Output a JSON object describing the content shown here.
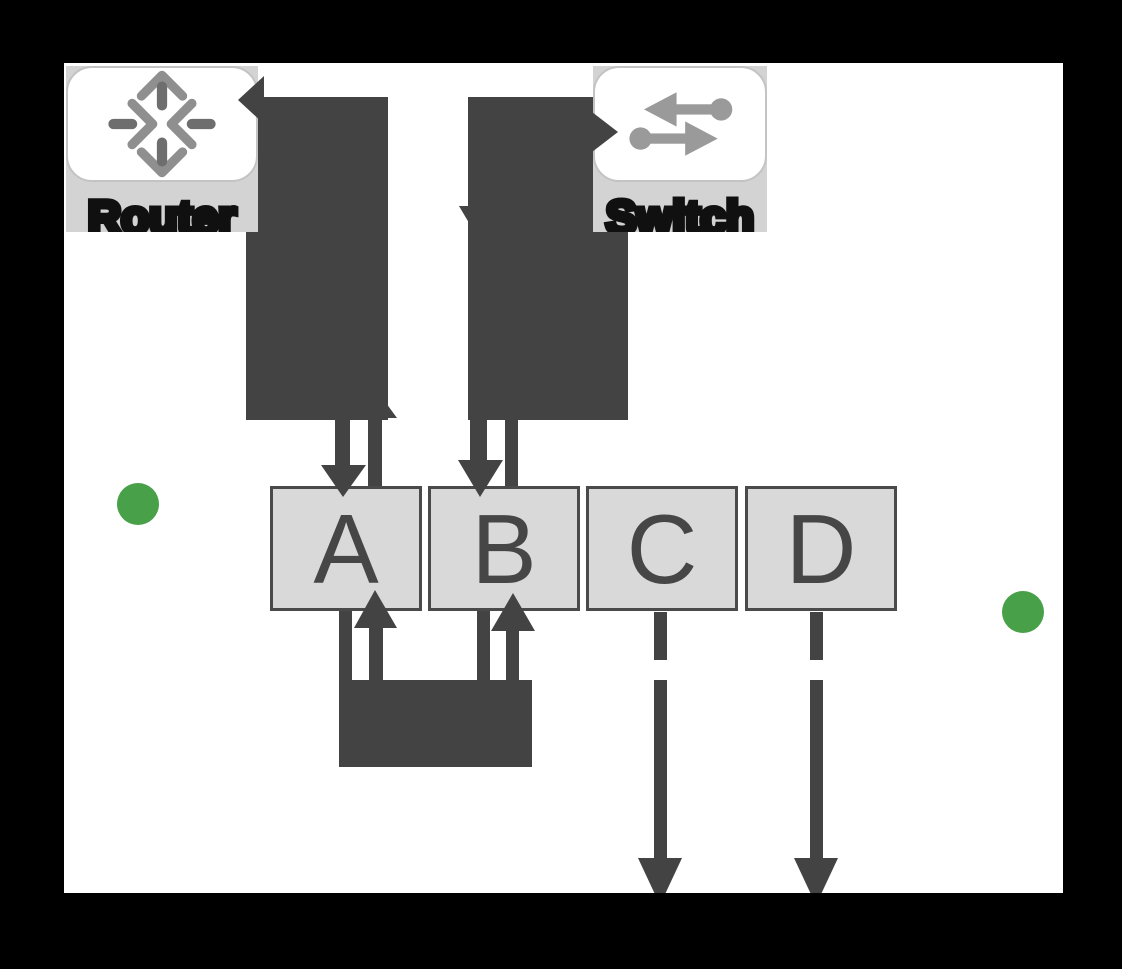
{
  "colors": {
    "canvas": "#000000",
    "panel": "#ffffff",
    "dark": "#434343",
    "box-fill": "#d9d9d9",
    "box-border": "#4a4a4a",
    "band": "#d3d3d3",
    "bubble-border": "#c3c3c3",
    "icon-gray": "#8f8f8f",
    "icon-dark": "#6e6e6e",
    "switch-gray": "#9a9a9a",
    "green": "#48a048",
    "letter": "#464646",
    "label-ink": "#101010"
  },
  "router": {
    "label": "Router",
    "icon": "router-crossing-arrows-icon"
  },
  "switch": {
    "label": "Switch",
    "icon": "switch-bidirectional-arrows-icon"
  },
  "frames": [
    {
      "letter": "A"
    },
    {
      "letter": "B"
    },
    {
      "letter": "C"
    },
    {
      "letter": "D"
    }
  ],
  "indicators": {
    "left_dot": "green-dot",
    "right_dot": "green-dot"
  }
}
